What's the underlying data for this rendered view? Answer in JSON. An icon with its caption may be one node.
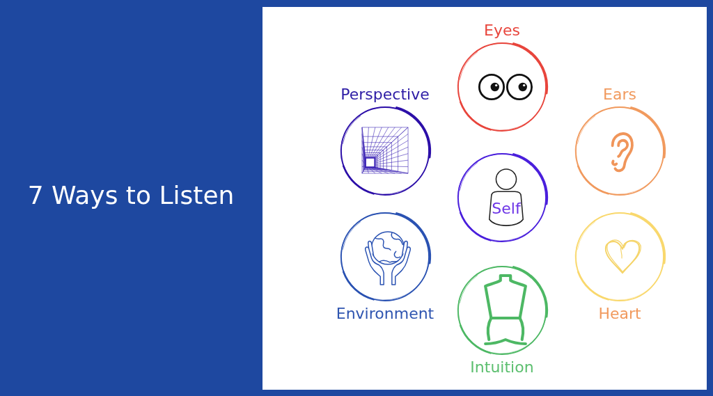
{
  "diagram": {
    "title": "7 Ways to Listen",
    "nodes": [
      {
        "text": [
          "Eyes"
        ]
      },
      {
        "text": [
          "Perspective"
        ]
      },
      {
        "text": [
          "Ears"
        ]
      },
      {
        "text": [
          "Self"
        ]
      },
      {
        "text": [
          "Environment"
        ]
      },
      {
        "text": [
          "Heart"
        ]
      },
      {
        "text": [
          "Intuition"
        ]
      }
    ]
  }
}
